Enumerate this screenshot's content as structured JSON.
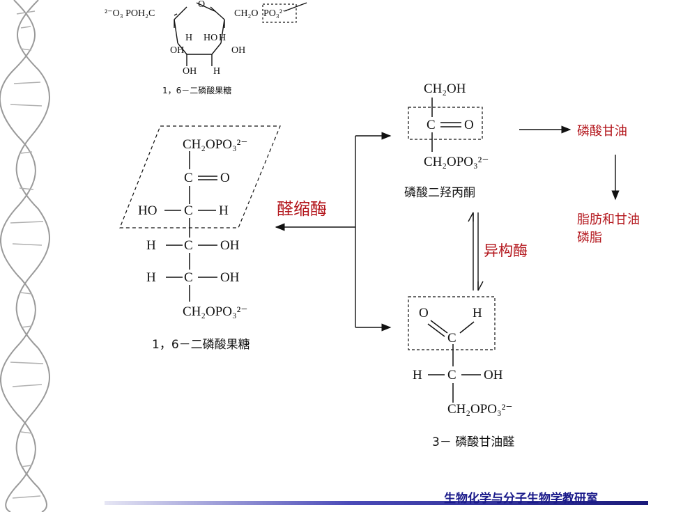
{
  "top_structure": {
    "caption": "1，6－二磷酸果糖",
    "left_group": "²⁻O₃ POH₂C",
    "ring_o": "O",
    "right_group": "CH₂O",
    "right_boxed": "PO₃²⁻",
    "h_left": "H",
    "ho": "HO",
    "h_right": "H",
    "oh_left": "OH",
    "oh_right": "OH",
    "oh_bottom": "OH",
    "h_bottom": "H"
  },
  "fructose": {
    "caption": "1，6－二磷酸果糖",
    "top_group": "CH₂OPO₃²⁻",
    "carbonyl_c": "C",
    "carbonyl_o": "O",
    "c3_left": "HO",
    "c3_c": "C",
    "c3_right": "H",
    "c4_left": "H",
    "c4_c": "C",
    "c4_right": "OH",
    "c5_left": "H",
    "c5_c": "C",
    "c5_right": "OH",
    "bottom_group": "CH₂OPO₃²⁻"
  },
  "dhap": {
    "caption": "磷酸二羟丙酮",
    "top_group": "CH₂OH",
    "c": "C",
    "o": "O",
    "bottom_group": "CH₂OPO₃²⁻"
  },
  "g3p": {
    "caption": "3－ 磷酸甘油醛",
    "o": "O",
    "h_top": "H",
    "c1": "C",
    "h_left": "H",
    "c2": "C",
    "oh": "OH",
    "bottom_group": "CH₂OPO₃²⁻"
  },
  "enzymes": {
    "aldolase": "醛缩酶",
    "isomerase": "异构酶"
  },
  "products": {
    "glycerol_phosphate": "磷酸甘油",
    "lipids_line1": "脂肪和甘油",
    "lipids_line2": "磷脂"
  },
  "footer": {
    "text": "生物化学与分子生物学教研室"
  },
  "colors": {
    "accent_red": "#b3151b",
    "footer_text": "#1a1a8a"
  }
}
